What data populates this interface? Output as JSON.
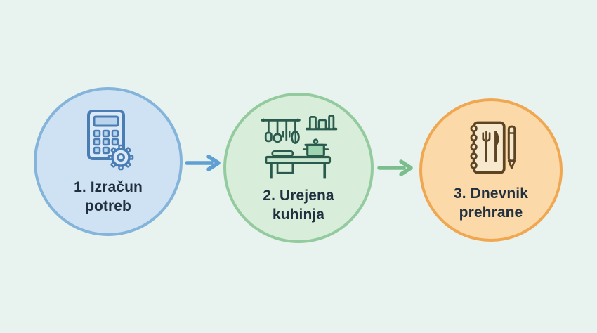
{
  "diagram": {
    "background_color": "#e8f3ef",
    "steps": [
      {
        "number": "1",
        "line1": "1. Izračun",
        "line2": "potreb",
        "icon": "calculator-gear-icon",
        "circle_fill": "#cfe2f3",
        "circle_border": "#85b4da",
        "icon_color": "#4a7db3"
      },
      {
        "number": "2",
        "line1": "2. Urejena",
        "line2": "kuhinja",
        "icon": "kitchen-icon",
        "circle_fill": "#d8edda",
        "circle_border": "#94cb9e",
        "icon_color": "#2a5a4e"
      },
      {
        "number": "3",
        "line1": "3. Dnevnik",
        "line2": "prehrane",
        "icon": "food-journal-icon",
        "circle_fill": "#fbd9a8",
        "circle_border": "#f0a752",
        "icon_color": "#5d4423"
      }
    ],
    "arrows": [
      {
        "from": "1",
        "to": "2",
        "color": "#5f9fd4"
      },
      {
        "from": "2",
        "to": "3",
        "color": "#7bbd8d"
      }
    ],
    "text_color": "#21303f"
  }
}
